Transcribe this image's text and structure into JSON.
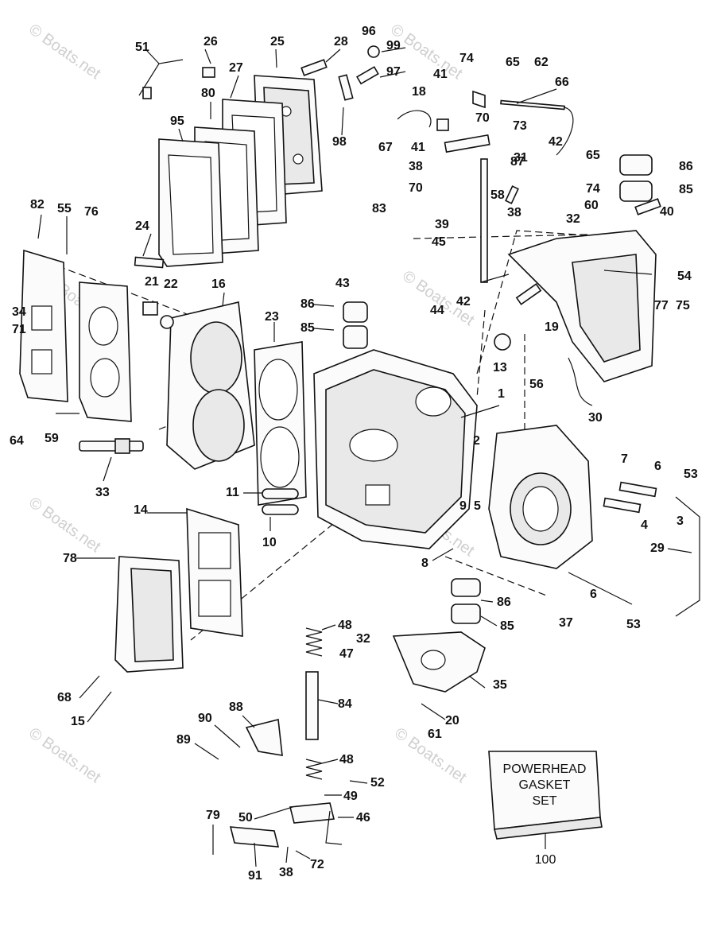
{
  "watermark": "© Boats.net",
  "kit": {
    "lines": [
      "POWERHEAD",
      "GASKET",
      "SET"
    ],
    "number": "100"
  },
  "callouts": [
    "51",
    "26",
    "25",
    "28",
    "96",
    "99",
    "97",
    "74",
    "65",
    "62",
    "66",
    "41",
    "18",
    "27",
    "80",
    "95",
    "98",
    "70",
    "73",
    "42",
    "67",
    "41",
    "31",
    "65",
    "38",
    "87",
    "86",
    "70",
    "58",
    "74",
    "85",
    "83",
    "38",
    "60",
    "40",
    "39",
    "32",
    "82",
    "55",
    "76",
    "24",
    "45",
    "43",
    "42",
    "54",
    "44",
    "34",
    "21",
    "22",
    "16",
    "86",
    "19",
    "77",
    "75",
    "71",
    "23",
    "85",
    "13",
    "56",
    "30",
    "64",
    "59",
    "1",
    "2",
    "33",
    "7",
    "6",
    "53",
    "11",
    "9",
    "5",
    "4",
    "3",
    "14",
    "10",
    "29",
    "78",
    "8",
    "6",
    "53",
    "86",
    "37",
    "85",
    "48",
    "32",
    "47",
    "35",
    "84",
    "68",
    "15",
    "20",
    "61",
    "90",
    "88",
    "89",
    "48",
    "52",
    "49",
    "50",
    "46",
    "79",
    "38",
    "72",
    "91"
  ]
}
